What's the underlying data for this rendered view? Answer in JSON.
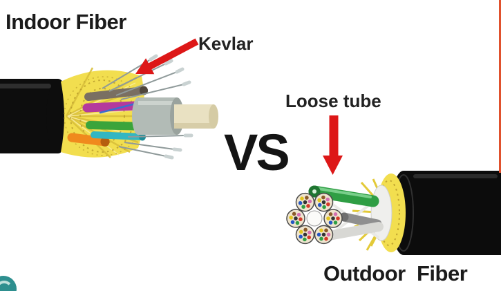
{
  "diagram": {
    "left_cable": {
      "title": "Indoor Fiber",
      "callout": "Kevlar"
    },
    "versus": "VS",
    "right_cable": {
      "title": "Outdoor  Fiber",
      "callout": "Loose tube"
    },
    "colors": {
      "arrow_red": "#dd1717",
      "cable_jacket_black": "#0d0d0d",
      "aramid_yellow": "#f2de4f",
      "watermark_teal": "#2e8f8f",
      "edge_strip_orange": "#e0512d"
    }
  }
}
